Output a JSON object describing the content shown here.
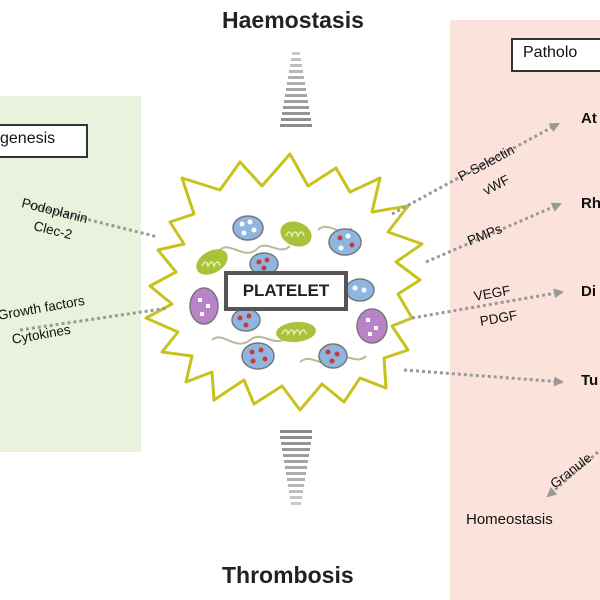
{
  "titles": {
    "top": "Haemostasis",
    "bottom": "Thrombosis"
  },
  "left_panel": {
    "box_label": "genesis",
    "arrow1": [
      "Podoplanin",
      "Clec-2"
    ],
    "arrow2": [
      "Growth factors",
      "Cytokines"
    ]
  },
  "center": {
    "label": "PLATELET"
  },
  "right_panel": {
    "box_label": "Patholo",
    "arrows": [
      {
        "labels": [
          "P-Selectin",
          "vWF"
        ],
        "target": "At"
      },
      {
        "labels": [
          "PMPs"
        ],
        "target": "Rh"
      },
      {
        "labels": [
          "VEGF",
          "PDGF"
        ],
        "target": "Di"
      },
      {
        "labels": [],
        "target": "Tu"
      },
      {
        "labels": [
          "Granule"
        ],
        "target": "Homeostasis"
      }
    ]
  },
  "colors": {
    "left_panel_bg": "#e9f2dc",
    "right_panel_bg": "#fbe3dc",
    "platelet_outline": "#c8c21c",
    "mitochondria": "#a8c23a",
    "granule_blue": "#8fb6e0",
    "granule_purple": "#b883c7",
    "arrow": "#999999"
  }
}
